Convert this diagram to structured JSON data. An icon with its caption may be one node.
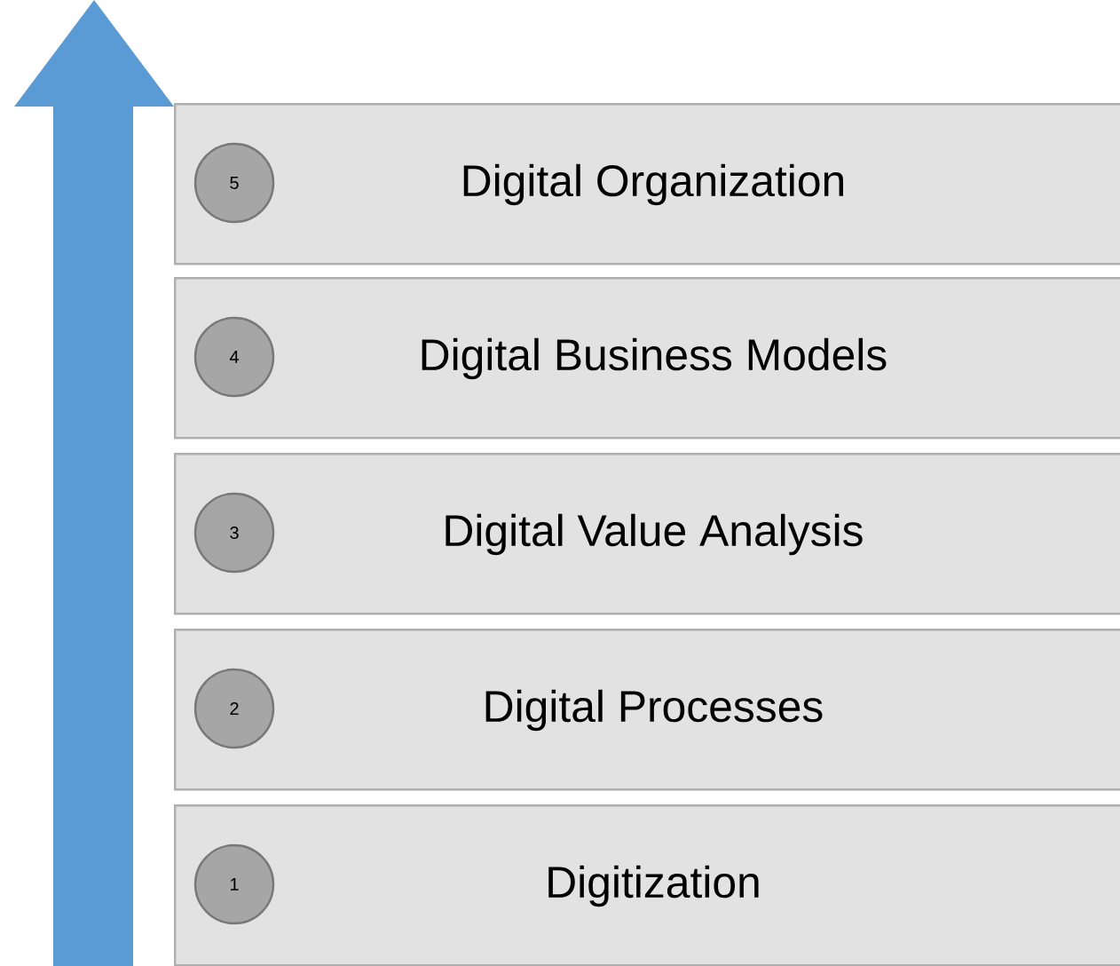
{
  "diagram": {
    "nodes": [
      {
        "text": [
          "Digital Organization"
        ]
      },
      {
        "text": [
          "5"
        ],
        "in": 0
      },
      {
        "text": [
          "Digital Business Models"
        ]
      },
      {
        "text": [
          "4"
        ],
        "in": 2
      },
      {
        "text": [
          "Digital Value Analysis"
        ]
      },
      {
        "text": [
          "3"
        ],
        "in": 4
      },
      {
        "text": [
          "Digital Processes"
        ]
      },
      {
        "text": [
          "2"
        ],
        "in": 6
      },
      {
        "text": [
          "Digitization"
        ]
      },
      {
        "text": [
          "1"
        ],
        "in": 8
      }
    ]
  }
}
